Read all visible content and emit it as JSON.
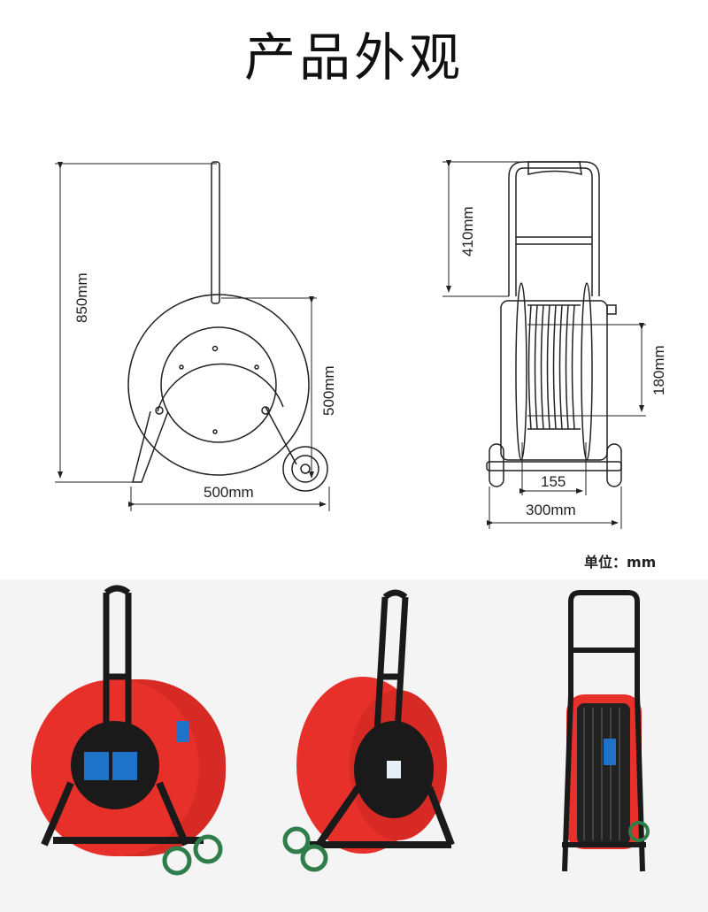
{
  "title": "产品外观",
  "side_view": {
    "height_label": "850mm",
    "reel_diameter_label": "500mm",
    "width_label": "500mm"
  },
  "front_view": {
    "handle_label": "410mm",
    "coil_label": "180mm",
    "drum_width_label": "155",
    "total_width_label": "300mm"
  },
  "unit_label": "单位：mm",
  "colors": {
    "reel_red": "#e8302a",
    "frame": "#1a1a1a",
    "wheel_green": "#2f7d4a",
    "socket_blue": "#1e73c8"
  }
}
